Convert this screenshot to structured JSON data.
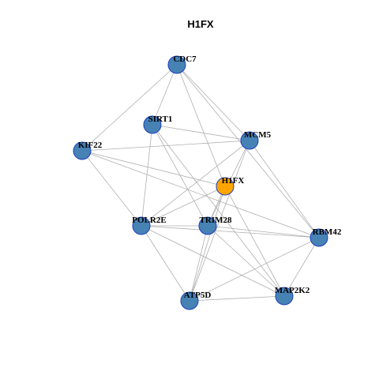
{
  "title": "H1FX",
  "colors": {
    "node_fill": "#4682b4",
    "node_border": "#1f3fbf",
    "hub_fill": "#ffa500",
    "hub_border": "#8b4513",
    "edge": "#b0b0b0",
    "background": "#ffffff"
  },
  "graph": {
    "hub": "H1FX",
    "nodes": [
      {
        "id": "CDC7",
        "label": "CDC7"
      },
      {
        "id": "SIRT1",
        "label": "SIRT1"
      },
      {
        "id": "MCM5",
        "label": "MCM5"
      },
      {
        "id": "KIF22",
        "label": "KIF22"
      },
      {
        "id": "H1FX",
        "label": "H1FX"
      },
      {
        "id": "POLR2E",
        "label": "POLR2E"
      },
      {
        "id": "TRIM28",
        "label": "TRIM28"
      },
      {
        "id": "RBM42",
        "label": "RBM42"
      },
      {
        "id": "ATP5D",
        "label": "ATP5D"
      },
      {
        "id": "MAP2K2",
        "label": "MAP2K2"
      }
    ],
    "edges": [
      [
        "CDC7",
        "SIRT1"
      ],
      [
        "CDC7",
        "KIF22"
      ],
      [
        "CDC7",
        "MCM5"
      ],
      [
        "CDC7",
        "H1FX"
      ],
      [
        "CDC7",
        "RBM42"
      ],
      [
        "SIRT1",
        "MCM5"
      ],
      [
        "SIRT1",
        "POLR2E"
      ],
      [
        "SIRT1",
        "TRIM28"
      ],
      [
        "SIRT1",
        "MAP2K2"
      ],
      [
        "KIF22",
        "MCM5"
      ],
      [
        "KIF22",
        "H1FX"
      ],
      [
        "KIF22",
        "POLR2E"
      ],
      [
        "KIF22",
        "RBM42"
      ],
      [
        "MCM5",
        "POLR2E"
      ],
      [
        "MCM5",
        "TRIM28"
      ],
      [
        "MCM5",
        "ATP5D"
      ],
      [
        "MCM5",
        "RBM42"
      ],
      [
        "H1FX",
        "POLR2E"
      ],
      [
        "H1FX",
        "TRIM28"
      ],
      [
        "H1FX",
        "ATP5D"
      ],
      [
        "H1FX",
        "MAP2K2"
      ],
      [
        "POLR2E",
        "TRIM28"
      ],
      [
        "POLR2E",
        "RBM42"
      ],
      [
        "POLR2E",
        "ATP5D"
      ],
      [
        "POLR2E",
        "MAP2K2"
      ],
      [
        "TRIM28",
        "RBM42"
      ],
      [
        "TRIM28",
        "ATP5D"
      ],
      [
        "TRIM28",
        "MAP2K2"
      ],
      [
        "RBM42",
        "ATP5D"
      ],
      [
        "RBM42",
        "MAP2K2"
      ],
      [
        "ATP5D",
        "MAP2K2"
      ]
    ]
  }
}
